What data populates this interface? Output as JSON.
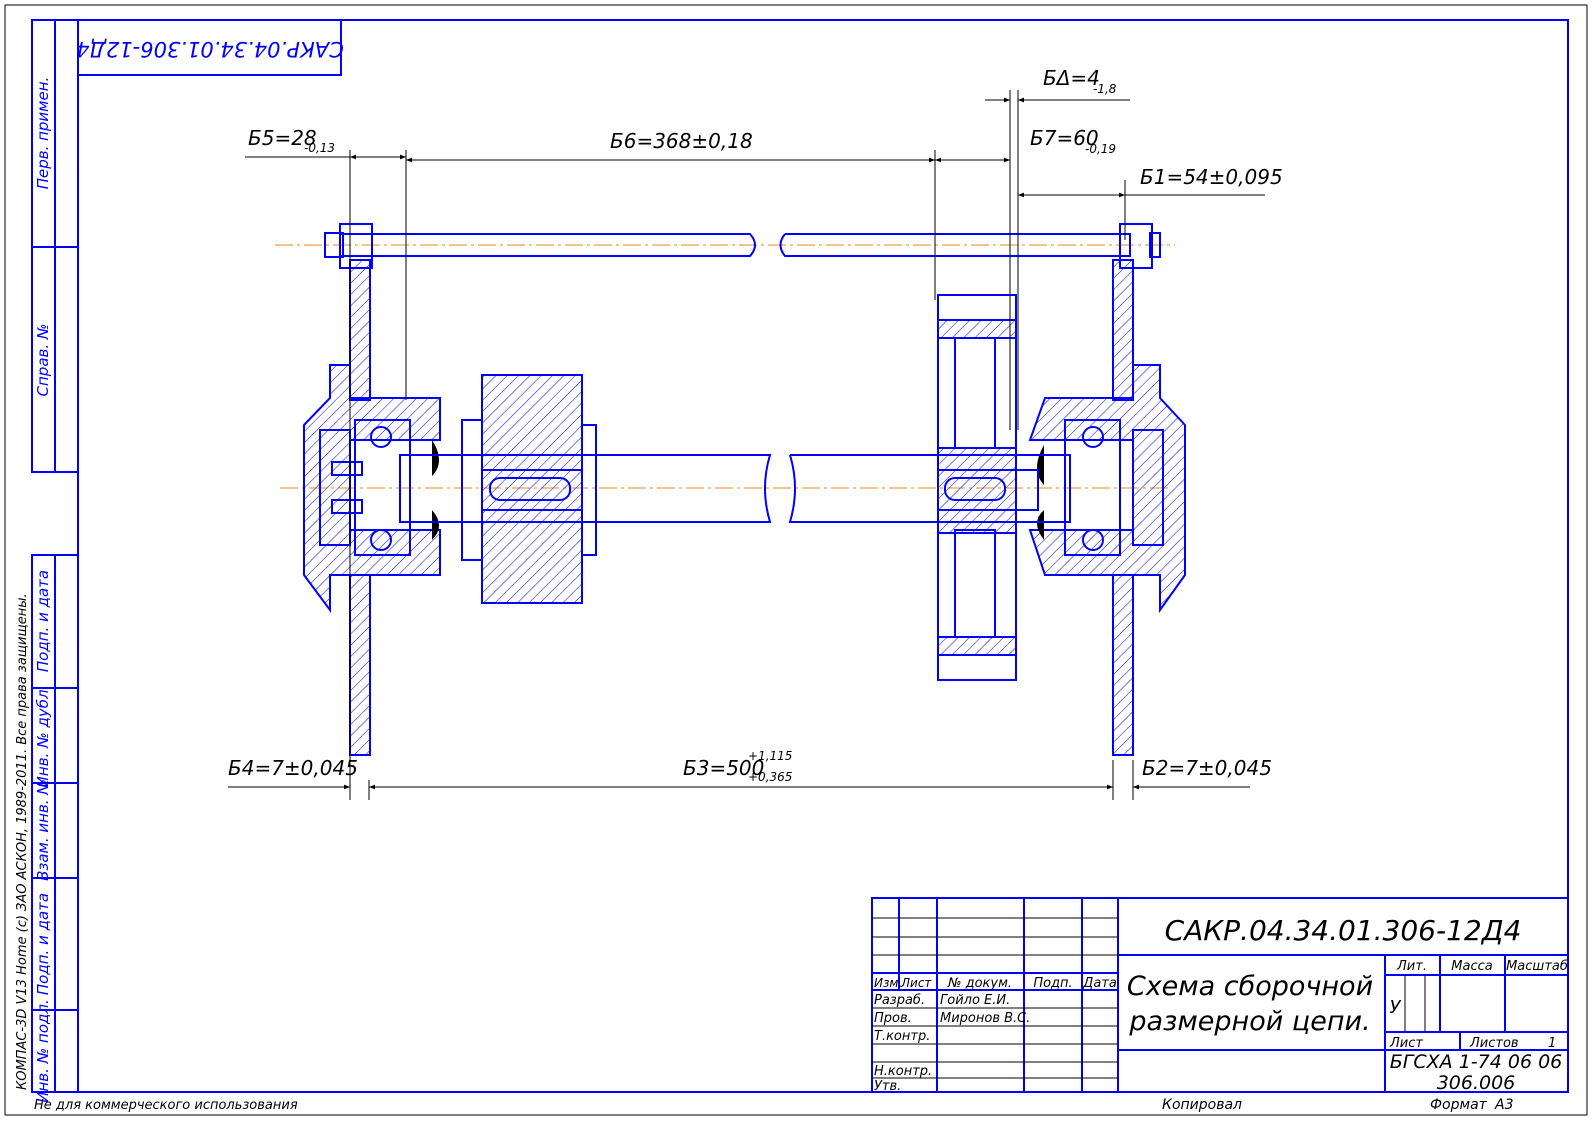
{
  "stamp_top": "САКР.04.34.01.306-12Д4",
  "left_strip": {
    "perv_primen": "Перв. примен.",
    "sprav_no": "Справ. №",
    "podp_data_1": "Подп. и дата",
    "inv_dubl": "Инв. № дубл.",
    "vzam_inv": "Взам. инв. №",
    "podp_data_2": "Подп. и дата",
    "inv_podl": "Инв. № подл."
  },
  "vertical_note": "КОМПАС-3D V13 Home (с) ЗАО АСКОН, 1989-2011. Все права защищены.",
  "dimensions": {
    "b5_main": "Б5=28",
    "b5_tol": "-0,13",
    "b6": "Б6=368±0,18",
    "bdelta_main": "БΔ=4",
    "bdelta_tol": "-1,8",
    "b7_main": "Б7=60",
    "b7_tol": "-0,19",
    "b1": "Б1=54±0,095",
    "b4": "Б4=7±0,045",
    "b3_main": "Б3=500",
    "b3_tol_upper": "+1,115",
    "b3_tol_lower": "+0,365",
    "b2": "Б2=7±0,045"
  },
  "title_block": {
    "designation": "САКР.04.34.01.306-12Д4",
    "title_line1": "Схема сборочной",
    "title_line2": "размерной цепи.",
    "col_izm": "Изм.",
    "col_list": "Лист",
    "col_doc": "№ докум.",
    "col_podp": "Подп.",
    "col_data": "Дата",
    "razrab_label": "Разраб.",
    "razrab_name": "Гойло Е.И.",
    "prov_label": "Пров.",
    "prov_name": "Миронов В.С.",
    "tkontr_label": "Т.контр.",
    "nkontr_label": "Н.контр.",
    "utv_label": "Утв.",
    "lit_label": "Лит.",
    "massa_label": "Масса",
    "masshtab_label": "Масштаб",
    "lit_value": "У",
    "list_label": "Лист",
    "listov_label": "Листов",
    "listov_value": "1",
    "org_line1": "БГСХА 1-74 06 06",
    "org_line2": "306.006"
  },
  "footer": {
    "noncommercial": "Не для коммерческого использования",
    "kopiroval": "Копировал",
    "format_label": "Формат",
    "format_value": "А3"
  }
}
